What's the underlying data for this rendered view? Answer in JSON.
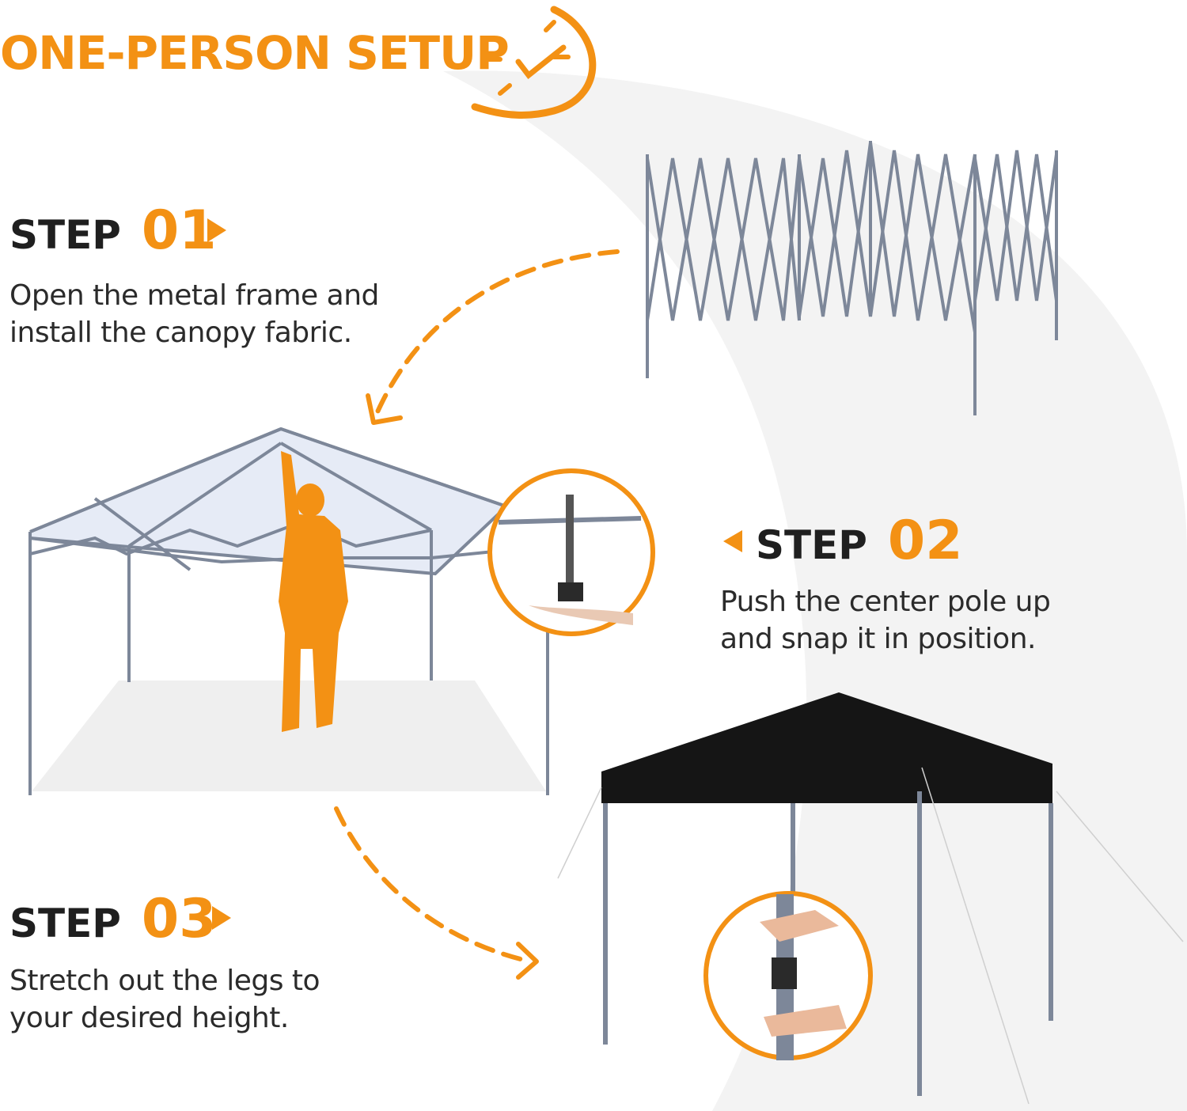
{
  "headline": "ONE-PERSON SETUP",
  "colors": {
    "accent": "#f39114",
    "text": "#1f1f1f",
    "frame": "#7d8799",
    "canopy": "#151515"
  },
  "steps": [
    {
      "word": "STEP",
      "number": "01",
      "lines": [
        "Open the metal frame and",
        "install the canopy fabric."
      ]
    },
    {
      "word": "STEP",
      "number": "02",
      "lines": [
        "Push the center pole up",
        "and snap it in position."
      ]
    },
    {
      "word": "STEP",
      "number": "03",
      "lines": [
        "Stretch out the legs to",
        "your desired height."
      ]
    }
  ],
  "icons": [
    "clock-icon",
    "arrow-right-icon",
    "arrow-left-icon",
    "dashed-arrow-icon"
  ]
}
